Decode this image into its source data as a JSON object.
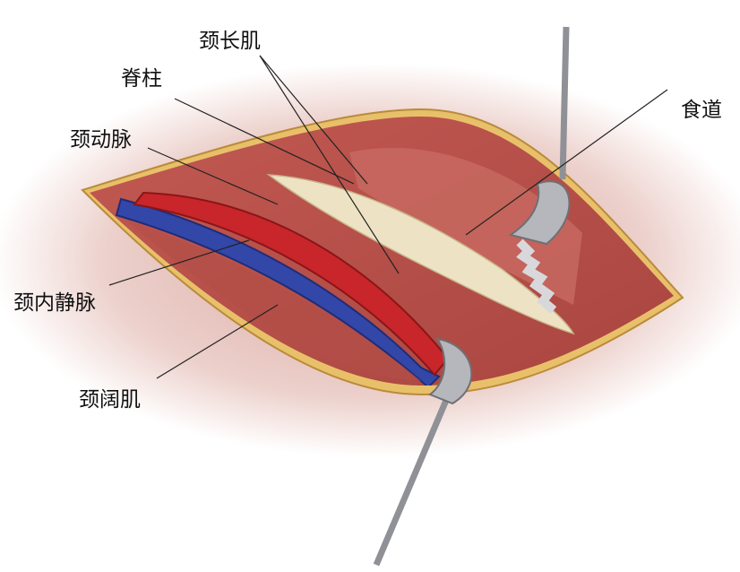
{
  "labels": {
    "longus_colli": "颈长肌",
    "spine": "脊柱",
    "carotid_artery": "颈动脉",
    "esophagus": "食道",
    "internal_jugular_vein": "颈内静脉",
    "platysma": "颈阔肌"
  },
  "colors": {
    "muscle": "#b8504a",
    "artery": "#c8262a",
    "vein": "#3347a8",
    "spine": "#ede3c4",
    "wound_edge": "#e9c06a",
    "skin": "#e9c9c4",
    "retractor": "#a9abb0"
  }
}
